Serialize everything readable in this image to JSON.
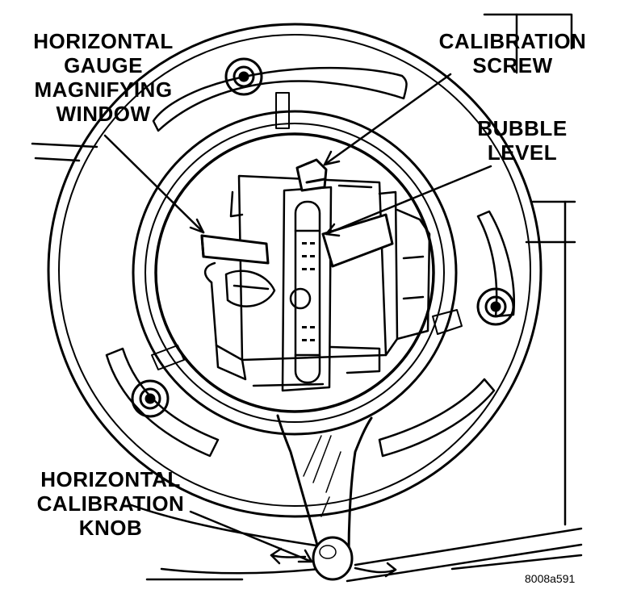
{
  "labels": {
    "magnifying_window": [
      "HORIZONTAL",
      "GAUGE",
      "MAGNIFYING",
      "WINDOW"
    ],
    "calibration_screw": [
      "CALIBRATION",
      "SCREW"
    ],
    "bubble_level": [
      "BUBBLE",
      "LEVEL"
    ],
    "calibration_knob": [
      "HORIZONTAL",
      "CALIBRATION",
      "KNOB"
    ]
  },
  "figure_id": "8008a591",
  "colors": {
    "ink": "#000000",
    "paper": "#ffffff"
  }
}
